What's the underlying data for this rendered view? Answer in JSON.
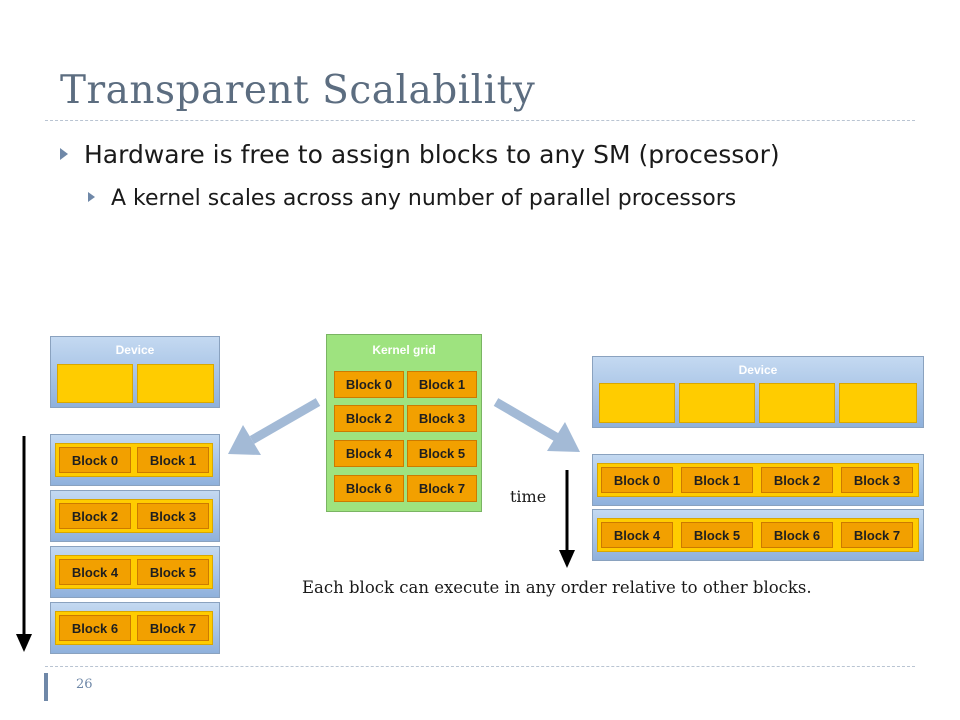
{
  "slide": {
    "title": "Transparent Scalability",
    "bullets": [
      "Hardware is free to assign blocks to any SM (processor)",
      "A kernel scales across any number of parallel processors"
    ],
    "page_number": "26"
  },
  "kernel_grid": {
    "label": "Kernel grid",
    "blocks": [
      "Block 0",
      "Block 1",
      "Block 2",
      "Block 3",
      "Block 4",
      "Block 5",
      "Block 6",
      "Block 7"
    ]
  },
  "left_device": {
    "label": "Device",
    "cores": 2,
    "rows": [
      [
        "Block 0",
        "Block 1"
      ],
      [
        "Block 2",
        "Block 3"
      ],
      [
        "Block 4",
        "Block 5"
      ],
      [
        "Block 6",
        "Block 7"
      ]
    ]
  },
  "right_device": {
    "label": "Device",
    "cores": 4,
    "rows": [
      [
        "Block 0",
        "Block 1",
        "Block 2",
        "Block 3"
      ],
      [
        "Block 4",
        "Block 5",
        "Block 6",
        "Block 7"
      ]
    ]
  },
  "time_label": "time",
  "caption": "Each block can execute in any order relative to other blocks.",
  "colors": {
    "title": "#5c6d80",
    "bullet_marker": "#6f88a8",
    "device_fill": "#a9c6e8",
    "kernel_fill": "#9ee37f",
    "core_fill": "#ffcc00",
    "block_fill": "#f2a000",
    "arrow": "#a3bad6"
  }
}
